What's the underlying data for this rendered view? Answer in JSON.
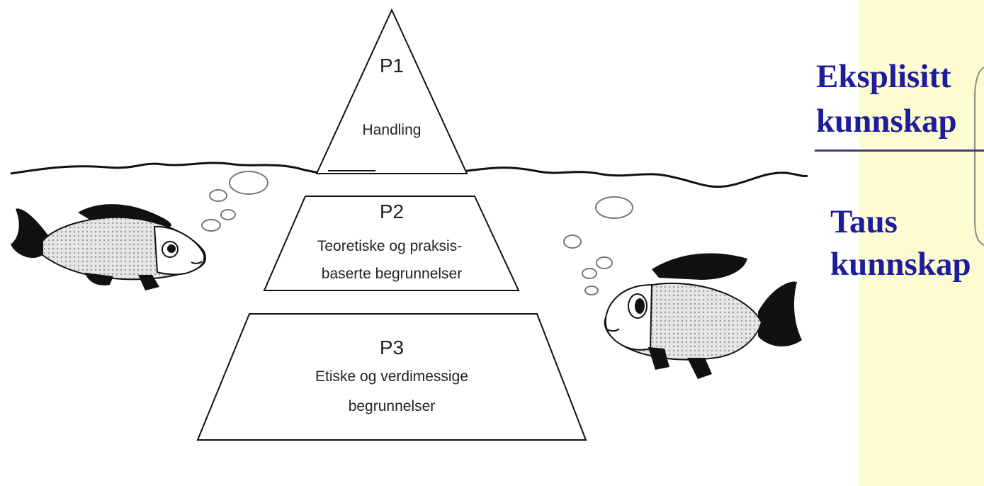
{
  "pyramid": {
    "tiers": [
      {
        "code": "P1",
        "lines": [
          "Handling"
        ]
      },
      {
        "code": "P2",
        "lines": [
          "Teoretiske og praksis-",
          "baserte begrunnelser"
        ]
      },
      {
        "code": "P3",
        "lines": [
          "Etiske og verdimessige",
          "begrunnelser"
        ]
      }
    ]
  },
  "knowledge": {
    "explicit": [
      "Eksplisitt",
      "kunnskap"
    ],
    "tacit": [
      "Taus",
      "kunnskap"
    ],
    "text_color": "#1c1c9c",
    "panel_color": "#fdfbd0"
  },
  "icons": [
    "fish-icon-left",
    "fish-icon-right",
    "bubble-icon",
    "water-surface-line"
  ]
}
